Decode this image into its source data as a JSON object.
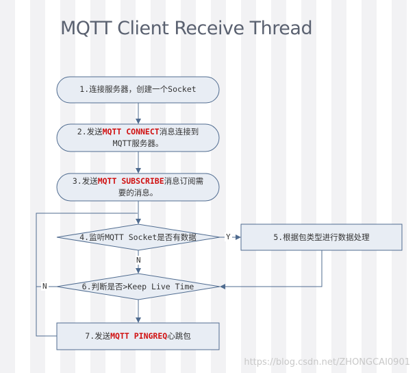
{
  "title": "MQTT Client Receive Thread",
  "steps": {
    "s1": {
      "text": "1.连接服务器，创建一个Socket"
    },
    "s2": {
      "pre": "2.发送",
      "kw": "MQTT CONNECT",
      "post": "消息连接到",
      "line2": "MQTT服务器。"
    },
    "s3": {
      "pre": "3.发送",
      "kw": "MQTT SUBSCRIBE",
      "post": "消息订阅需",
      "line2": "要的消息。"
    },
    "s4": {
      "text": "4.监听MQTT Socket是否有数据"
    },
    "s5": {
      "text": "5.根据包类型进行数据处理"
    },
    "s6": {
      "text": "6.判断是否>Keep Live Time"
    },
    "s7": {
      "pre": "7.发送",
      "kw": "MQTT PINGREQ",
      "post": "心跳包"
    }
  },
  "branches": {
    "yes": "Y",
    "no_down": "N",
    "no_left": "N"
  },
  "watermark": "https://blog.csdn.net/ZHONGCAI0901",
  "colors": {
    "fill": "#e8edf4",
    "stroke": "#4f6b8f",
    "keyword": "#d01010"
  }
}
